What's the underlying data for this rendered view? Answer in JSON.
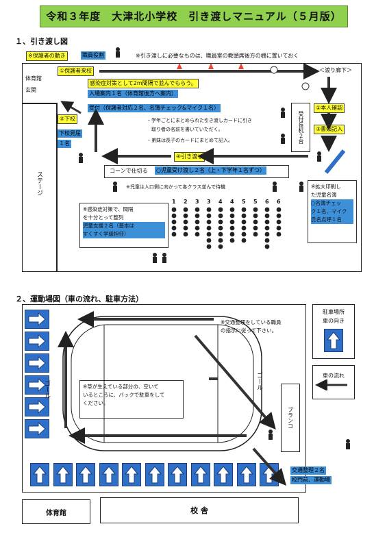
{
  "title": "令和３年度　大津北小学校　引き渡しマニュアル（５月版）",
  "section1": {
    "heading": "１、引き渡し図",
    "legend_guardian": "※保護者の動き",
    "legend_staff": "職員役割",
    "notice_top": "※引き渡しに必要なものは、職員室の教頭席後方の棚に置いておく",
    "gym_entrance": [
      "体育館",
      "玄関"
    ],
    "corridor": "＜渡り廊下＞",
    "step1": "①保護者来校",
    "step2": "②本人確認",
    "step3": "③書類記入",
    "step4": "④引き渡し",
    "step5": "⑤下校",
    "infection_msg": "感染症対策として2m間隔で並んでもらう。",
    "guide_msg": "入場案内１名（体育館後方へ案内）",
    "reception_msg": "受付（保護者対応２名、名簿チェック&マイク１名）",
    "desk_label": "受付長机２台",
    "reception_notes": [
      "・学年ごとにまとめられた引き渡しカードに引き",
      "　取り者の名前を書いていただく。",
      "・弟妹は長子のカードにまとめて記入。"
    ],
    "exit_staff": [
      "下校見届",
      "１名"
    ],
    "stage": "ステージ",
    "cone_label": "コーンで仕切る",
    "handover_staff": "○児童受け渡し２名（上・下学年１名ずつ）",
    "class_note": "※児童は入口側に向かって各クラス並んで待機",
    "grades": [
      "1",
      "2",
      "3",
      "3",
      "4",
      "4",
      "5",
      "5",
      "6",
      "6"
    ],
    "left_note": [
      "※感染症対策で、間隔",
      "を十分とって整列"
    ],
    "support_staff": [
      "児童支援２名（基本は",
      "すくすく学級担任）"
    ],
    "right_note": [
      "※拡大印刷し",
      "た児童名簿"
    ],
    "roll_staff": [
      "○名簿チェッ",
      "ク１名、マイク",
      "氏名点呼１名"
    ]
  },
  "section2": {
    "heading": "２、運動場図（車の流れ、駐車方法）",
    "goal_left": "ゴール",
    "goal_right": "ゴール",
    "traffic_note": [
      "※交通整理をしている職員",
      "の指示に従って下さい。"
    ],
    "grass_note": [
      "※草が生えている部分の、空いて",
      "いるところに、バックで駐車をして",
      "ください。"
    ],
    "swing": "ブランコ",
    "parking_legend": [
      "駐車場所",
      "車の向き"
    ],
    "flow_legend": "車の流れ",
    "traffic_staff": [
      "交通整理２名",
      "校門前、運動場"
    ],
    "gym": "体育館",
    "school": "校 舎"
  }
}
